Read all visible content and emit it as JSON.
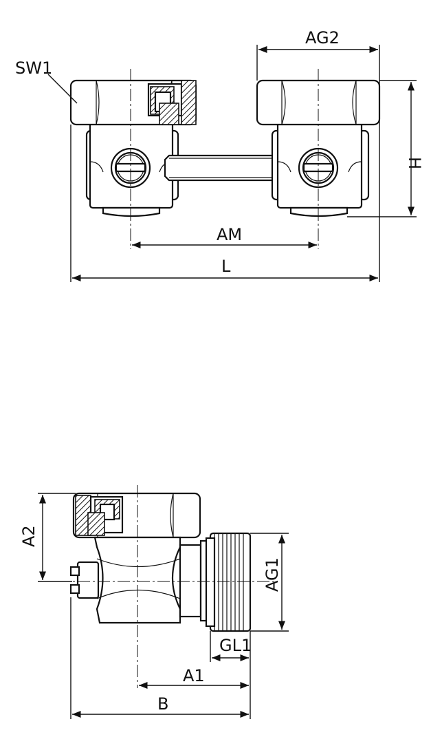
{
  "labels": {
    "sw1": "SW1",
    "ag2": "AG2",
    "h": "H",
    "am": "AM",
    "l": "L",
    "a2": "A2",
    "ag1": "AG1",
    "gl1": "GL1",
    "a1": "A1",
    "b": "B"
  }
}
